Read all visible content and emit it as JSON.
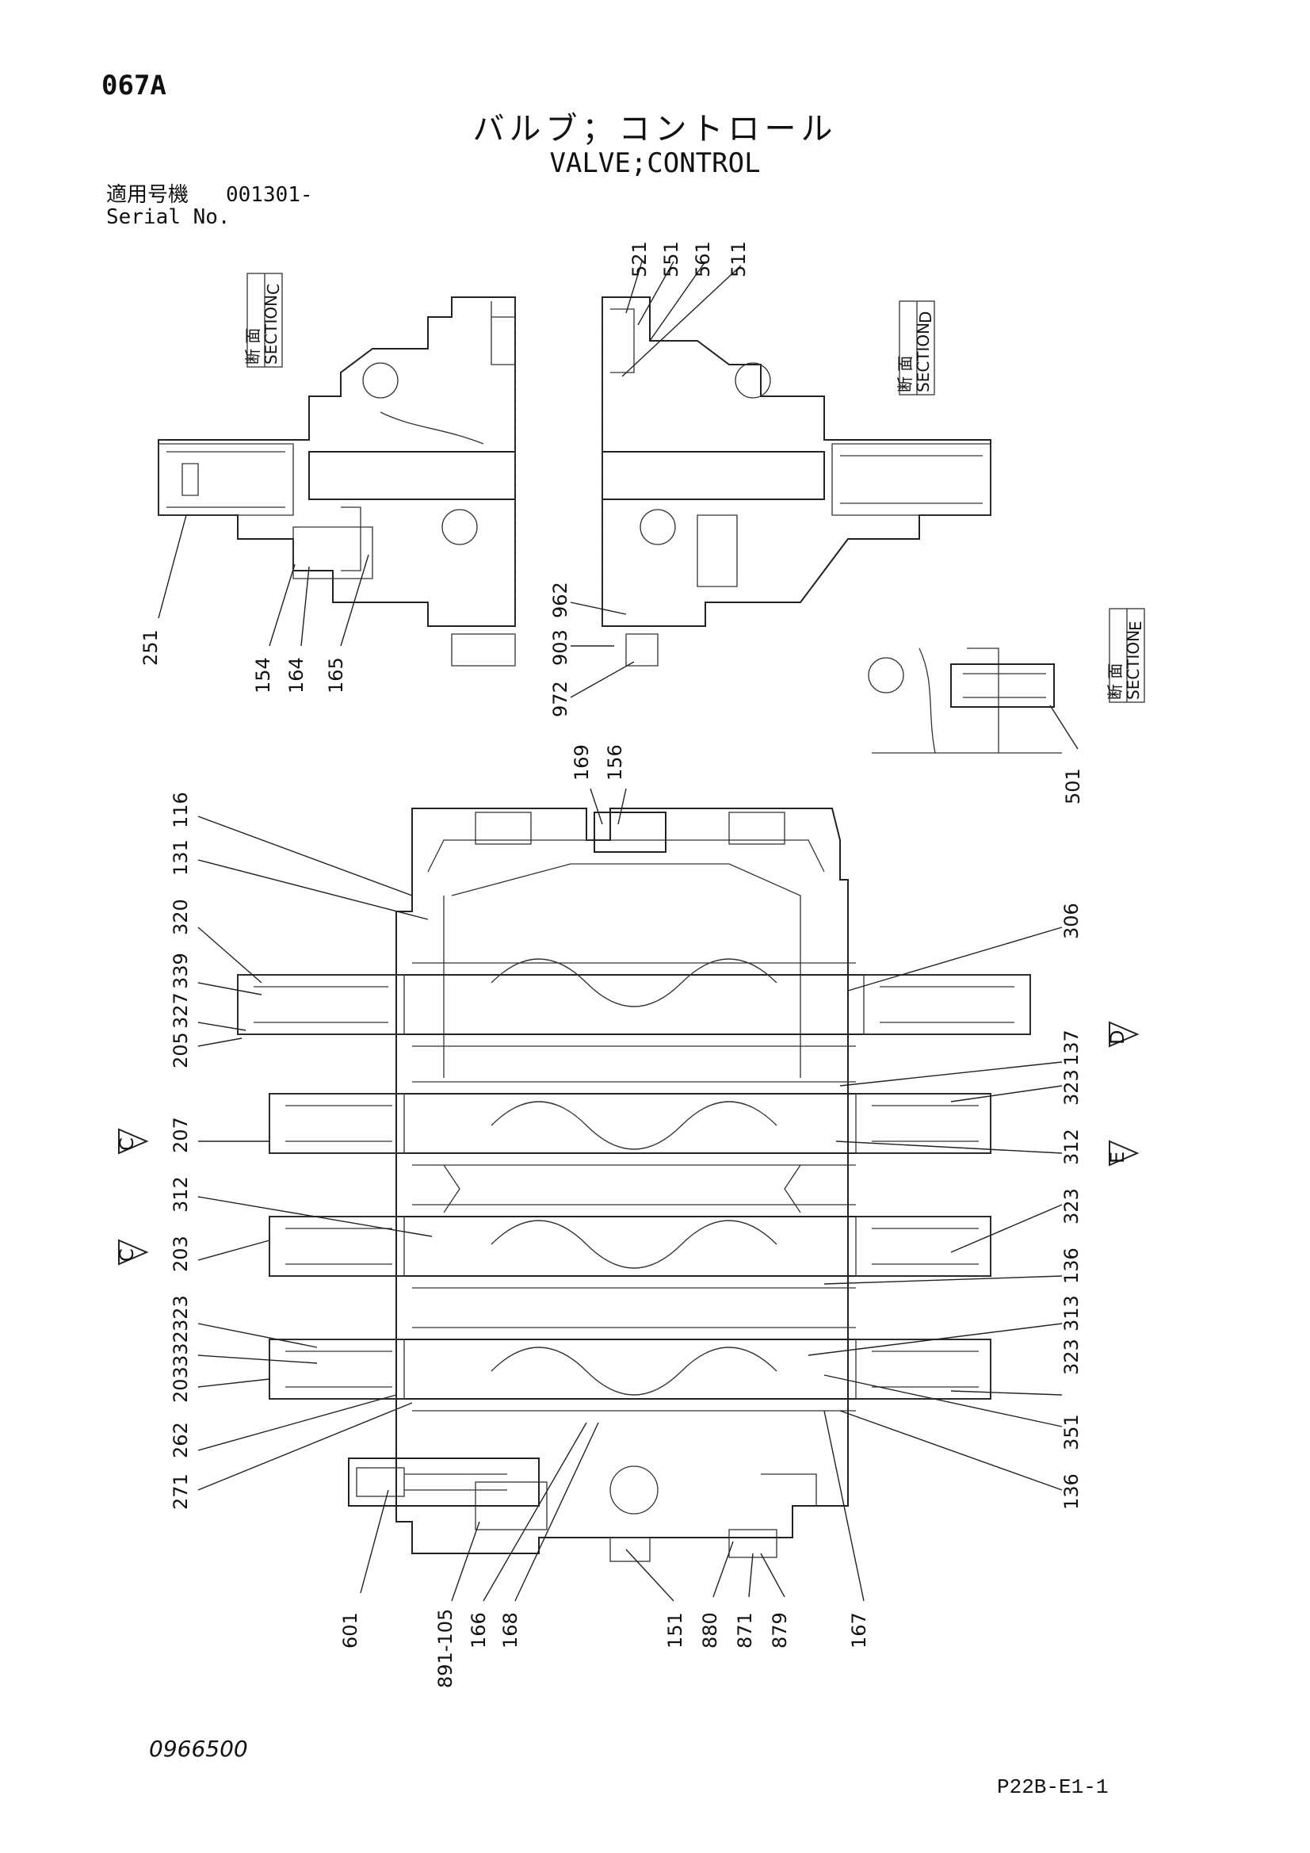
{
  "header": {
    "page_code": "067A",
    "title_jp": "バルブ；コントロール",
    "title_en": "VALVE;CONTROL",
    "serial_label_jp": "適用号機",
    "serial_value": "001301-",
    "serial_label_en": "Serial No."
  },
  "sections": {
    "c": {
      "kanji": "断 面",
      "word": "SECTION",
      "letter": "C"
    },
    "d": {
      "kanji": "断 面",
      "word": "SECTION",
      "letter": "D"
    },
    "e": {
      "kanji": "断 面",
      "word": "SECTION",
      "letter": "E"
    }
  },
  "section_markers": [
    "C",
    "C",
    "D",
    "E"
  ],
  "callouts": {
    "top_right": [
      "521",
      "551",
      "561",
      "511"
    ],
    "section_c_left": [
      "251"
    ],
    "section_c_bottom": [
      "154",
      "164",
      "165"
    ],
    "section_d_bottom": [
      "962",
      "903",
      "972"
    ],
    "section_e": [
      "501"
    ],
    "main_top": [
      "169",
      "156"
    ],
    "main_left": [
      "116",
      "131",
      "320",
      "339",
      "327",
      "205",
      "207",
      "312",
      "203",
      "323",
      "332",
      "203",
      "262",
      "271"
    ],
    "main_right": [
      "306",
      "137",
      "323",
      "312",
      "323",
      "136",
      "313",
      "323",
      "351",
      "136"
    ],
    "main_bottom": [
      "601",
      "891-105",
      "166",
      "168",
      "151",
      "880",
      "871",
      "879",
      "167"
    ]
  },
  "footer": {
    "drawing_number": "0966500",
    "page_ref": "P22B-E1-1"
  }
}
